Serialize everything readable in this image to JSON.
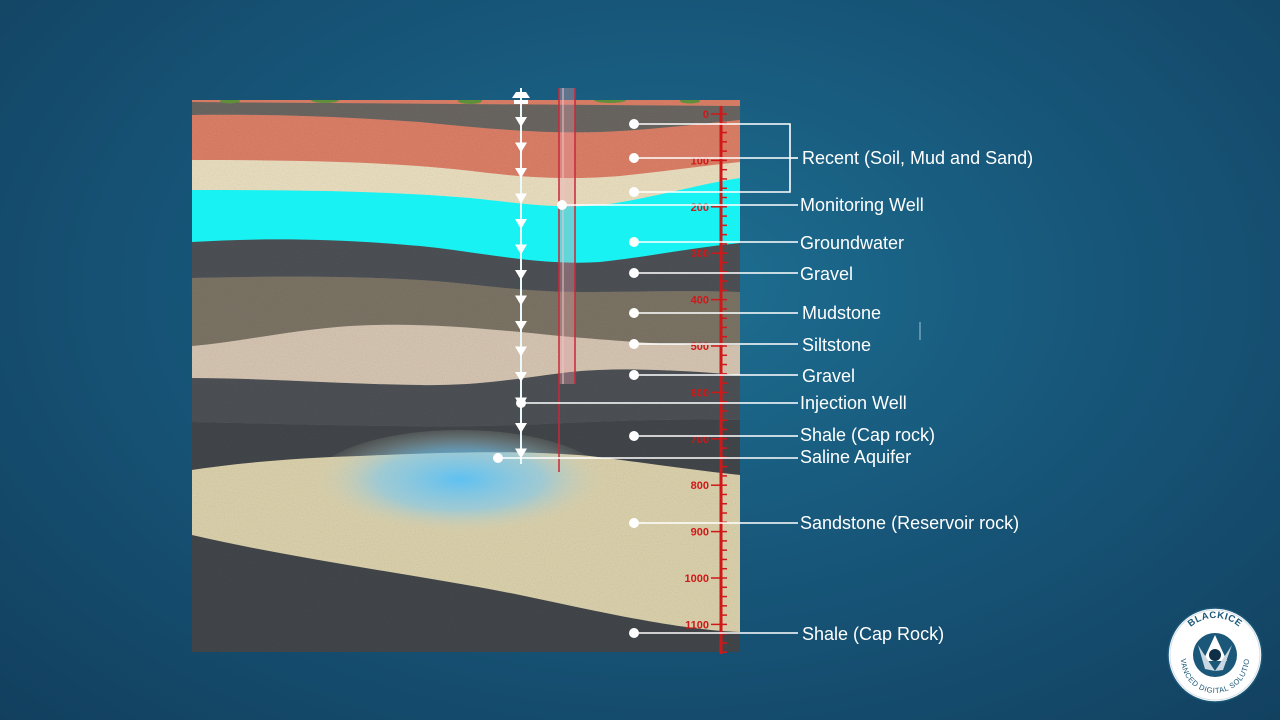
{
  "diagram": {
    "labels": [
      "Recent (Soil, Mud and Sand)",
      "Monitoring Well",
      "Groundwater",
      "Gravel",
      "Mudstone",
      "Siltstone",
      "Gravel",
      "Injection Well",
      "Shale (Cap rock)",
      "Saline Aquifer",
      "Sandstone (Reservoir rock)",
      "Shale (Cap Rock)"
    ],
    "depth_ticks": [
      "0",
      "100",
      "200",
      "300",
      "400",
      "500",
      "600",
      "700",
      "800",
      "900",
      "1000",
      "1100"
    ],
    "colors": {
      "background": "#17577a",
      "topsoil": "#6b6762",
      "recent_clay": "#de8068",
      "recent_sand": "#ece1c1",
      "groundwater": "#19f2f2",
      "gravel": "#4e5256",
      "mudstone": "#7d7566",
      "siltstone": "#d8c7b4",
      "shale": "#43474b",
      "sandstone": "#ddd3ae",
      "saline_aquifer": "#58c0f5",
      "depth_scale": "#d01818",
      "monitoring_well": "#c8283a"
    }
  },
  "badge": {
    "brand": "BLACKICE",
    "tagline": "ADVANCED DIGITAL SOLUTIONS"
  }
}
